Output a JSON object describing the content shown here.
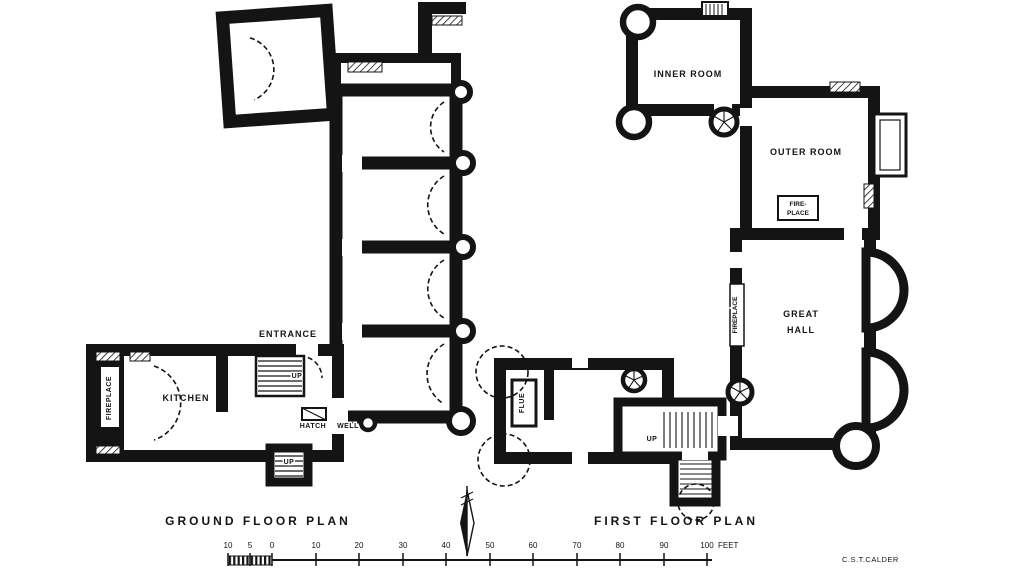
{
  "ground_floor": {
    "caption": "GROUND  FLOOR  PLAN",
    "labels": {
      "entrance": "ENTRANCE",
      "kitchen": "KITCHEN",
      "fireplace": "FIREPLACE",
      "up_main": "UP",
      "hatch": "HATCH",
      "well": "WELL",
      "up_south": "UP"
    }
  },
  "first_floor": {
    "caption": "FIRST  FLOOR  PLAN",
    "labels": {
      "inner_room": "INNER ROOM",
      "outer_room": "OUTER ROOM",
      "fire_line1": "FIRE-",
      "fire_line2": "PLACE",
      "great_line1": "GREAT",
      "great_line2": "HALL",
      "fireplace_wall": "FIREPLACE",
      "flue": "FLUE",
      "up": "UP"
    }
  },
  "scale": {
    "ticks": [
      "10",
      "5",
      "0",
      "10",
      "20",
      "30",
      "40",
      "50",
      "60",
      "70",
      "80",
      "90",
      "100"
    ],
    "unit": "FEET"
  },
  "credit": "C.S.T.CALDER",
  "colors": {
    "ink": "#141414",
    "paper": "#ffffff"
  }
}
